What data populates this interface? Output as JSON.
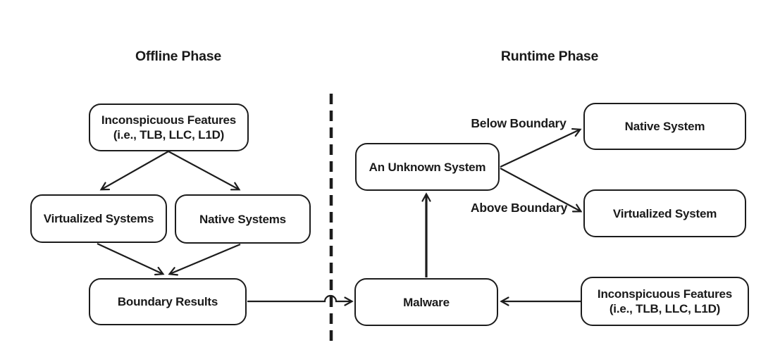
{
  "diagram": {
    "colors": {
      "background": "#ffffff",
      "line": "#1c1c1c",
      "text": "#1a1a1a"
    },
    "phases": {
      "offline": {
        "title": "Offline Phase"
      },
      "runtime": {
        "title": "Runtime Phase"
      }
    },
    "nodes": {
      "offline_features": {
        "line1": "Inconspicuous Features",
        "line2": "(i.e., TLB, LLC, L1D)"
      },
      "virtualized_systems": {
        "label": "Virtualized Systems"
      },
      "native_systems": {
        "label": "Native Systems"
      },
      "boundary_results": {
        "label": "Boundary Results"
      },
      "unknown_system": {
        "label": "An Unknown System"
      },
      "native_system": {
        "label": "Native System"
      },
      "virtualized_system": {
        "label": "Virtualized System"
      },
      "malware": {
        "label": "Malware"
      },
      "runtime_features": {
        "line1": "Inconspicuous Features",
        "line2": "(i.e., TLB, LLC, L1D)"
      }
    },
    "edge_labels": {
      "below_boundary": "Below Boundary",
      "above_boundary": "Above Boundary"
    }
  }
}
